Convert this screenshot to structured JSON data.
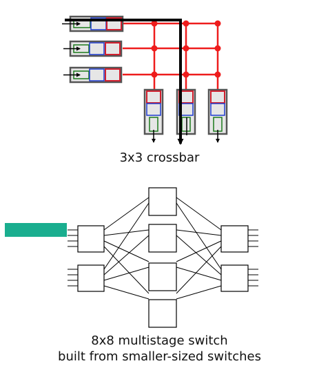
{
  "crossbar": {
    "caption": "3x3 crossbar",
    "size": 3,
    "colors": {
      "wire": "#ee1c1c",
      "path": "#000000",
      "buffer_red": "#d01f2e",
      "buffer_blue": "#1f3ccf",
      "buffer_green": "#1c7a1c",
      "frame": "#555555"
    }
  },
  "multistage": {
    "caption_line1": "8x8 multistage switch",
    "caption_line2": "built from smaller-sized switches",
    "ports": 8,
    "stages": 3
  },
  "highlight": {
    "color": "#1aae8f"
  }
}
